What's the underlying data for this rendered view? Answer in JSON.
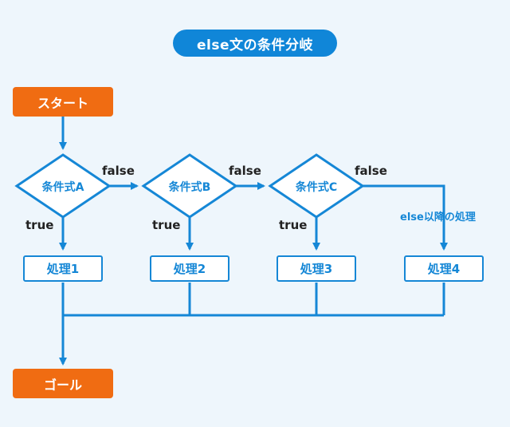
{
  "title": "else文の条件分岐",
  "start": "スタート",
  "goal": "ゴール",
  "conditions": [
    "条件式A",
    "条件式B",
    "条件式C"
  ],
  "processes": [
    "処理1",
    "処理2",
    "処理3",
    "処理4"
  ],
  "edge_labels": {
    "true": "true",
    "false": "false",
    "else_note": "else以降の処理"
  },
  "colors": {
    "background": "#eef6fc",
    "primary": "#1587d6",
    "terminal": "#f06c12"
  }
}
